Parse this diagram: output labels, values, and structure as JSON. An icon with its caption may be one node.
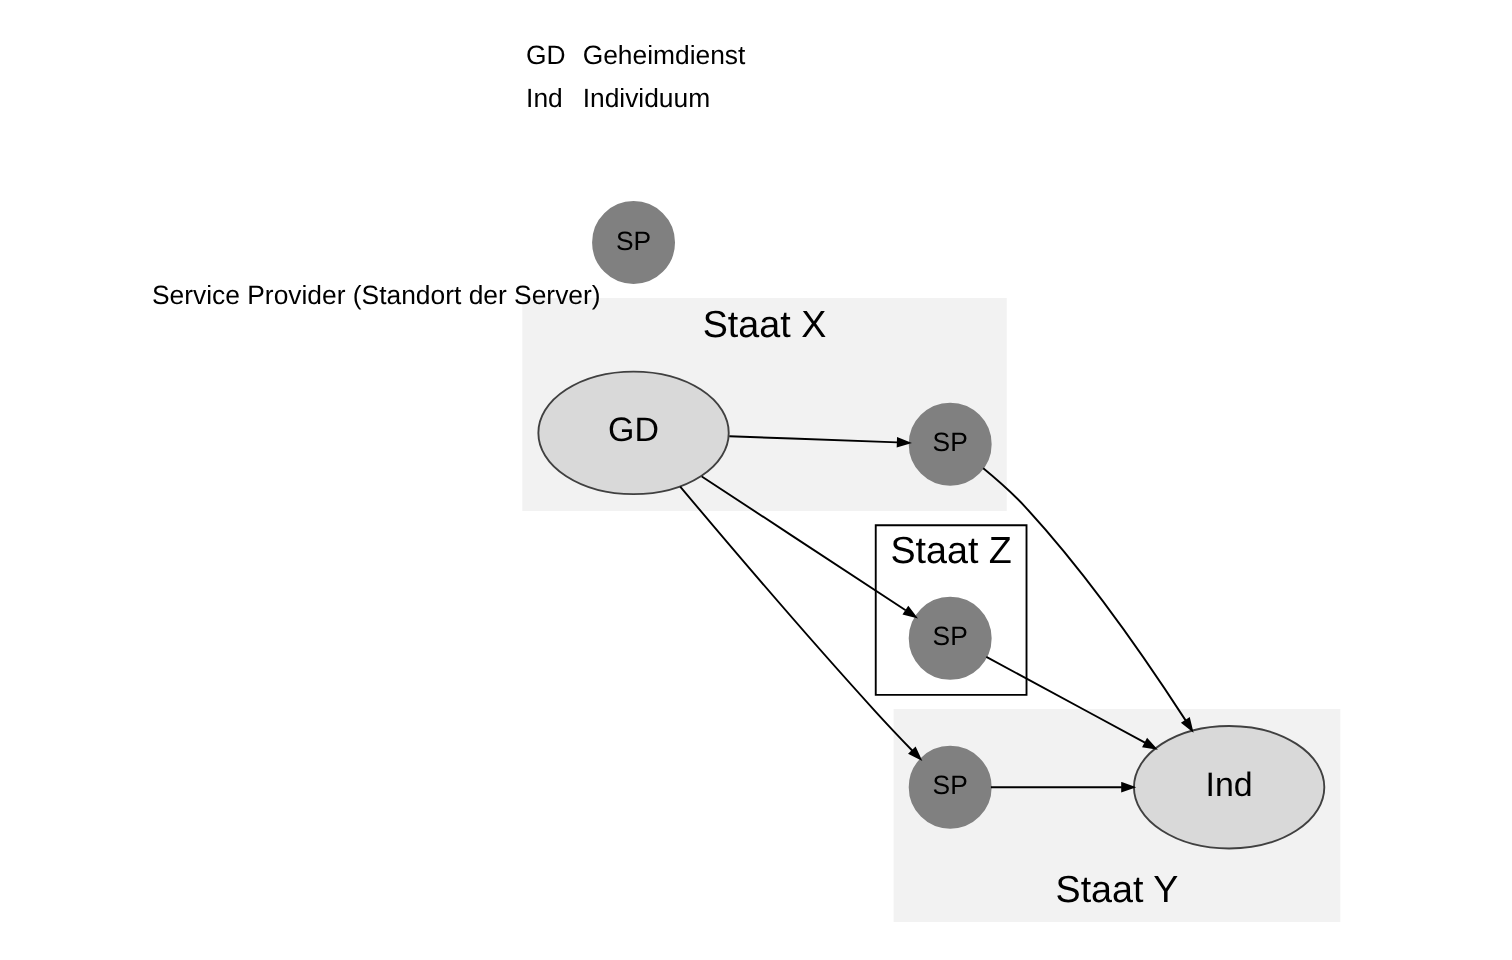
{
  "diagram": {
    "nodes": [
      {
        "text": [
          "Staat X"
        ]
      },
      {
        "text": [
          "SP"
        ],
        "in": 0
      },
      {
        "text": [
          "GD"
        ],
        "in": 0
      },
      {
        "text": [
          "Staat Z"
        ]
      },
      {
        "text": [
          "SP"
        ],
        "in": 3
      },
      {
        "text": [
          "Staat Y"
        ]
      },
      {
        "text": [
          "Ind"
        ],
        "in": 5
      },
      {
        "text": [
          "SP"
        ],
        "in": 5
      },
      {
        "text": [
          "SP"
        ],
        "beside": [
          "Service Provider (Standort der Server)"
        ]
      }
    ],
    "edges": [
      {
        "from": 2,
        "to": 1,
        "arrow": "to"
      },
      {
        "from": 1,
        "to": 6,
        "arrow": "to"
      },
      {
        "from": 2,
        "to": 4,
        "arrow": "to"
      },
      {
        "from": 4,
        "to": 6,
        "arrow": "to"
      },
      {
        "from": 2,
        "to": 7,
        "arrow": "to"
      },
      {
        "from": 7,
        "to": 6,
        "arrow": "to"
      }
    ],
    "labels": [
      "GD",
      "Geheimdienst",
      "Ind",
      "Individuum"
    ]
  }
}
